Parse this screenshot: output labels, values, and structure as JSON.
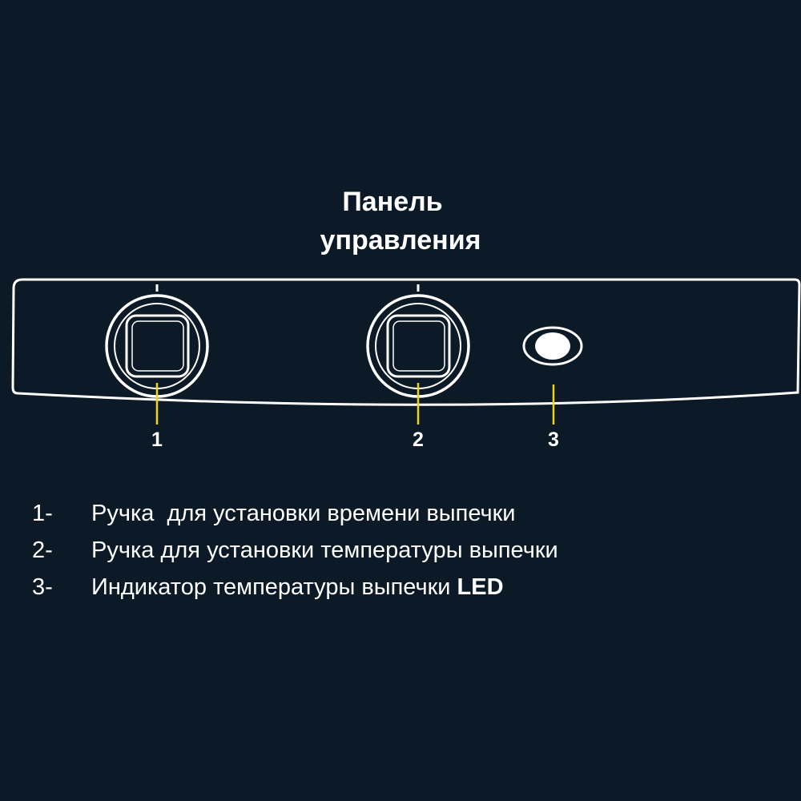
{
  "title": {
    "line1": "Панель",
    "line2": "управления"
  },
  "callouts": [
    "1",
    "2",
    "3"
  ],
  "legend": [
    {
      "number": "1-",
      "text": "Ручка  для установки времени выпечки",
      "suffix": ""
    },
    {
      "number": "2-",
      "text": "Ручка для установки температуры выпечки",
      "suffix": ""
    },
    {
      "number": "3-",
      "text": "Индикатор температуры выпечки ",
      "suffix": "LED"
    }
  ],
  "colors": {
    "background": "#0b1a26",
    "outline": "#ffffff",
    "leader": "#f2d21b"
  }
}
